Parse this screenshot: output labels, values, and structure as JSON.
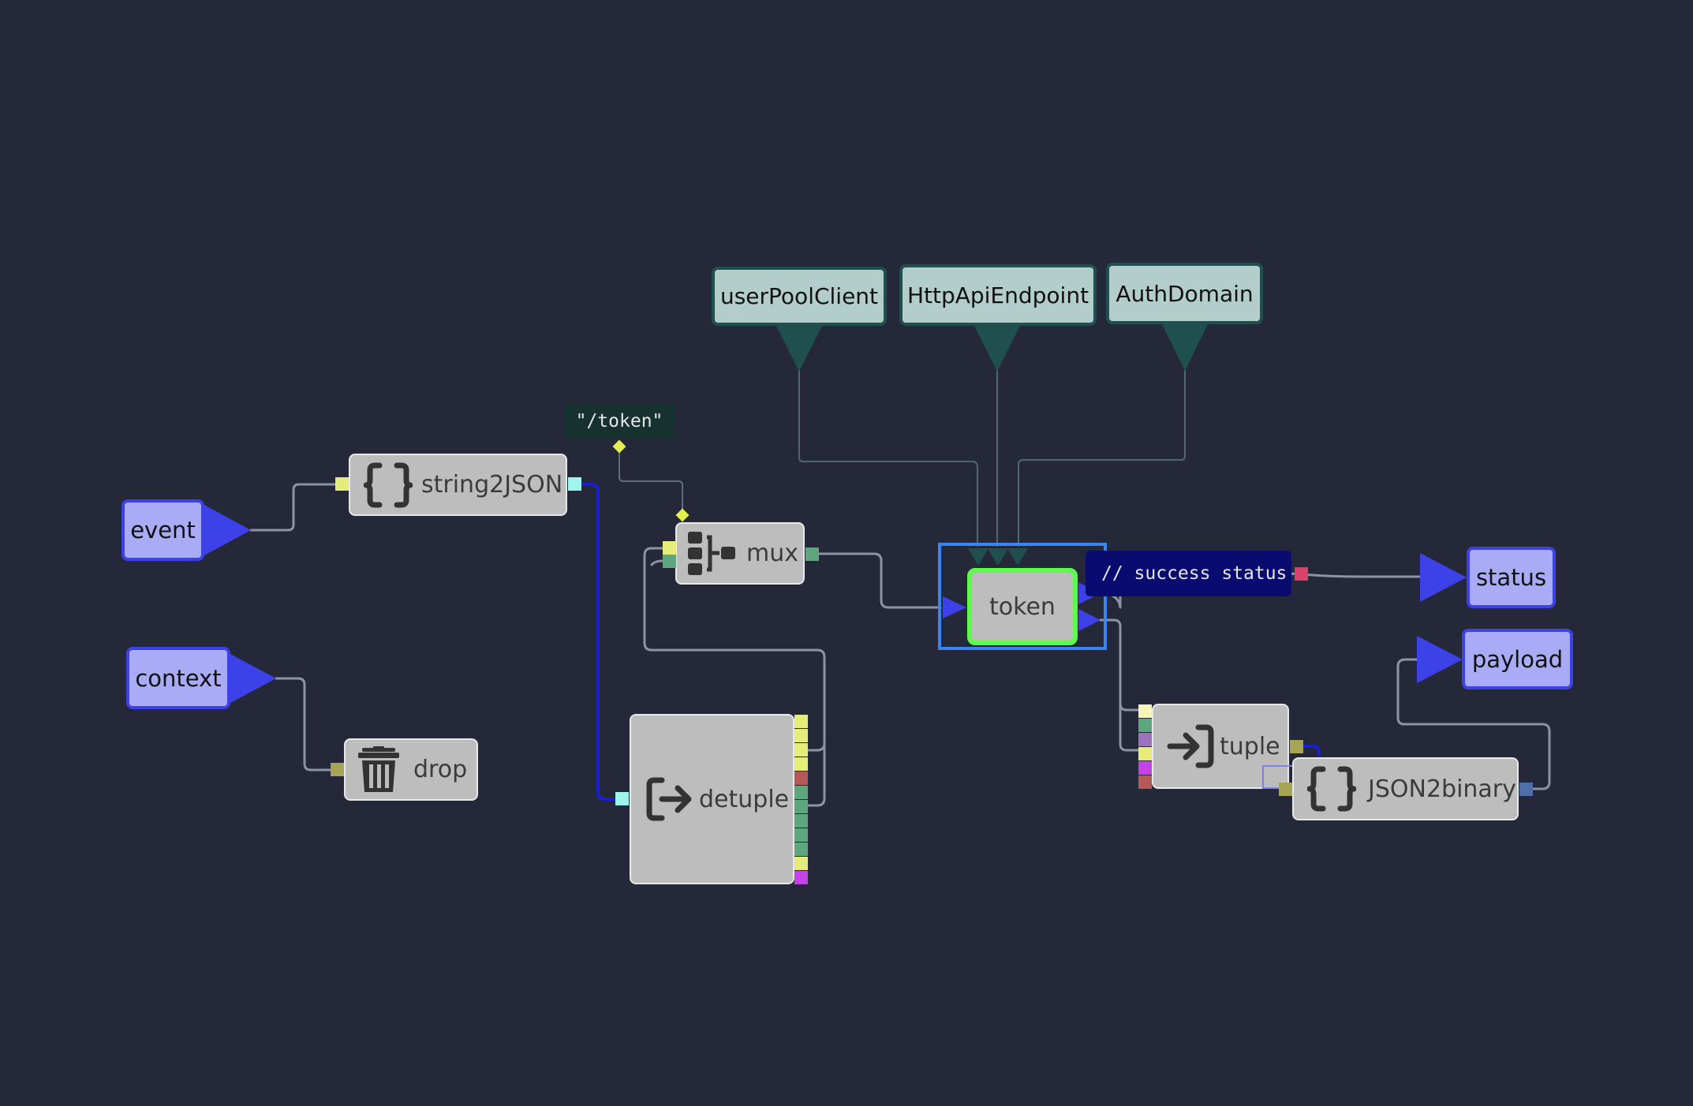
{
  "inputs": {
    "event": "event",
    "context": "context"
  },
  "outputs": {
    "status": "status",
    "payload": "payload"
  },
  "params": {
    "userPoolClient": "userPoolClient",
    "httpApiEndpoint": "HttpApiEndpoint",
    "authDomain": "AuthDomain"
  },
  "nodes": {
    "string2json": {
      "label": "string2JSON",
      "icon": "braces-icon"
    },
    "drop": {
      "label": "drop",
      "icon": "trash-icon"
    },
    "mux": {
      "label": "mux",
      "icon": "mux-icon"
    },
    "detuple": {
      "label": "detuple",
      "icon": "sign-out-icon"
    },
    "token": {
      "label": "token"
    },
    "tuple": {
      "label": "tuple",
      "icon": "sign-in-icon"
    },
    "json2binary": {
      "label": "JSON2binary",
      "icon": "braces-icon"
    }
  },
  "constant": {
    "value": "\"/token\""
  },
  "comment": {
    "text": "// success status"
  },
  "colors": {
    "background": "#252839",
    "io_fill": "#a9abf6",
    "io_border": "#3d42e8",
    "param_fill": "#b3cdca",
    "param_border": "#20504e",
    "selection": "#3a86ee",
    "token_border": "#5dfa4e",
    "wire": "#8a94a2",
    "wire_highlight": "#1a1fd6"
  }
}
